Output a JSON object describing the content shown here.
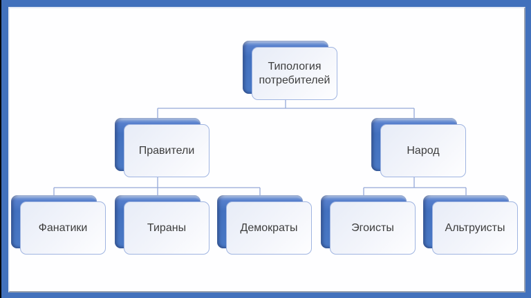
{
  "slide": {
    "frame_color": "#4271BC",
    "background_color": "#FEFEFF"
  },
  "colors": {
    "node_back_fill": "#4573C4",
    "node_front_fill": "#EFF2FA",
    "node_front_border": "#9FB4E1",
    "connector": "#94A9D8",
    "text": "#3D3D3D"
  },
  "diagram": {
    "type": "hierarchy",
    "nodes": {
      "root": {
        "label": "Типология потребителей",
        "level": 1
      },
      "rulers": {
        "label": "Правители",
        "level": 2,
        "parent": "root"
      },
      "people": {
        "label": "Народ",
        "level": 2,
        "parent": "root"
      },
      "fanatics": {
        "label": "Фанатики",
        "level": 3,
        "parent": "rulers"
      },
      "tyrants": {
        "label": "Тираны",
        "level": 3,
        "parent": "rulers"
      },
      "democrats": {
        "label": "Демократы",
        "level": 3,
        "parent": "rulers"
      },
      "egoists": {
        "label": "Эгоисты",
        "level": 3,
        "parent": "people"
      },
      "altruists": {
        "label": "Альтруисты",
        "level": 3,
        "parent": "people"
      }
    },
    "edges": [
      [
        "root",
        "rulers"
      ],
      [
        "root",
        "people"
      ],
      [
        "rulers",
        "fanatics"
      ],
      [
        "rulers",
        "tyrants"
      ],
      [
        "rulers",
        "democrats"
      ],
      [
        "people",
        "egoists"
      ],
      [
        "people",
        "altruists"
      ]
    ]
  }
}
